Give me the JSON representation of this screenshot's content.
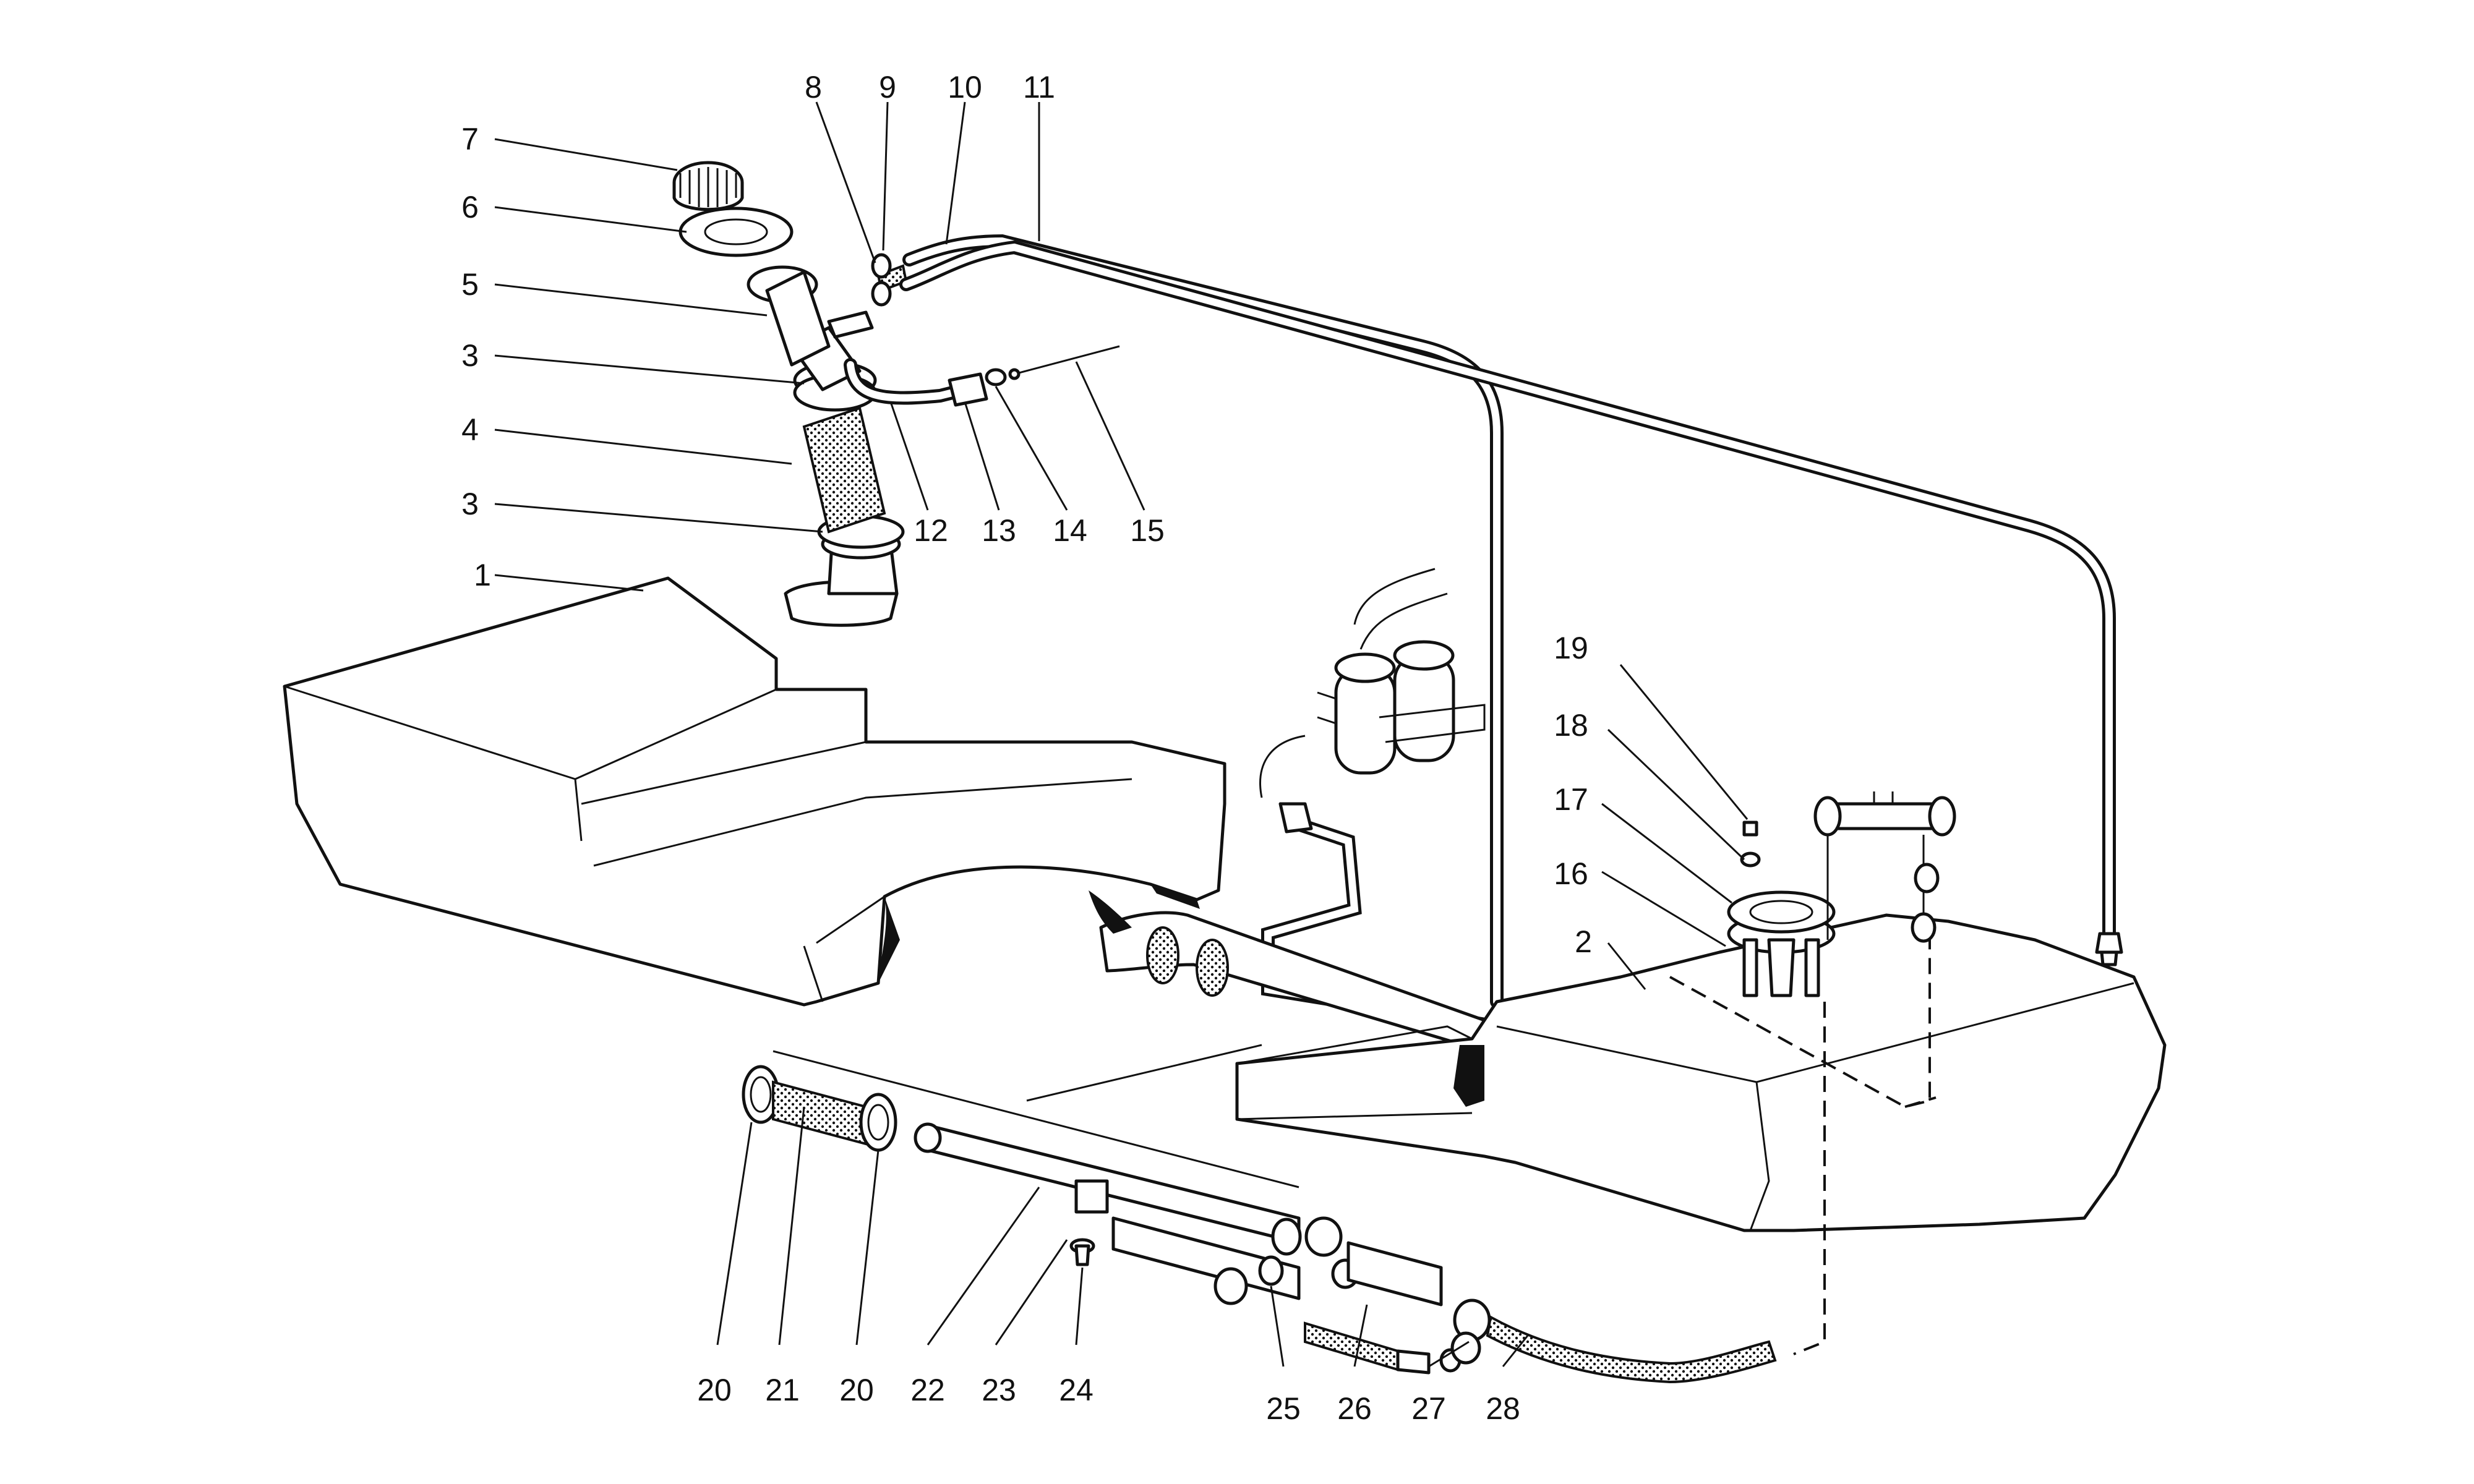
{
  "diagram": {
    "callouts": [
      {
        "id": "c1",
        "text": "1"
      },
      {
        "id": "c2",
        "text": "2"
      },
      {
        "id": "c3a",
        "text": "3"
      },
      {
        "id": "c3b",
        "text": "3"
      },
      {
        "id": "c4",
        "text": "4"
      },
      {
        "id": "c5",
        "text": "5"
      },
      {
        "id": "c6",
        "text": "6"
      },
      {
        "id": "c7",
        "text": "7"
      },
      {
        "id": "c8",
        "text": "8"
      },
      {
        "id": "c9",
        "text": "9"
      },
      {
        "id": "c10",
        "text": "10"
      },
      {
        "id": "c11",
        "text": "11"
      },
      {
        "id": "c12",
        "text": "12"
      },
      {
        "id": "c13",
        "text": "13"
      },
      {
        "id": "c14",
        "text": "14"
      },
      {
        "id": "c15",
        "text": "15"
      },
      {
        "id": "c16",
        "text": "16"
      },
      {
        "id": "c17",
        "text": "17"
      },
      {
        "id": "c18",
        "text": "18"
      },
      {
        "id": "c19",
        "text": "19"
      },
      {
        "id": "c20a",
        "text": "20"
      },
      {
        "id": "c21",
        "text": "21"
      },
      {
        "id": "c20b",
        "text": "20"
      },
      {
        "id": "c22",
        "text": "22"
      },
      {
        "id": "c23",
        "text": "23"
      },
      {
        "id": "c24",
        "text": "24"
      },
      {
        "id": "c25",
        "text": "25"
      },
      {
        "id": "c26",
        "text": "26"
      },
      {
        "id": "c27",
        "text": "27"
      },
      {
        "id": "c28",
        "text": "28"
      }
    ]
  }
}
